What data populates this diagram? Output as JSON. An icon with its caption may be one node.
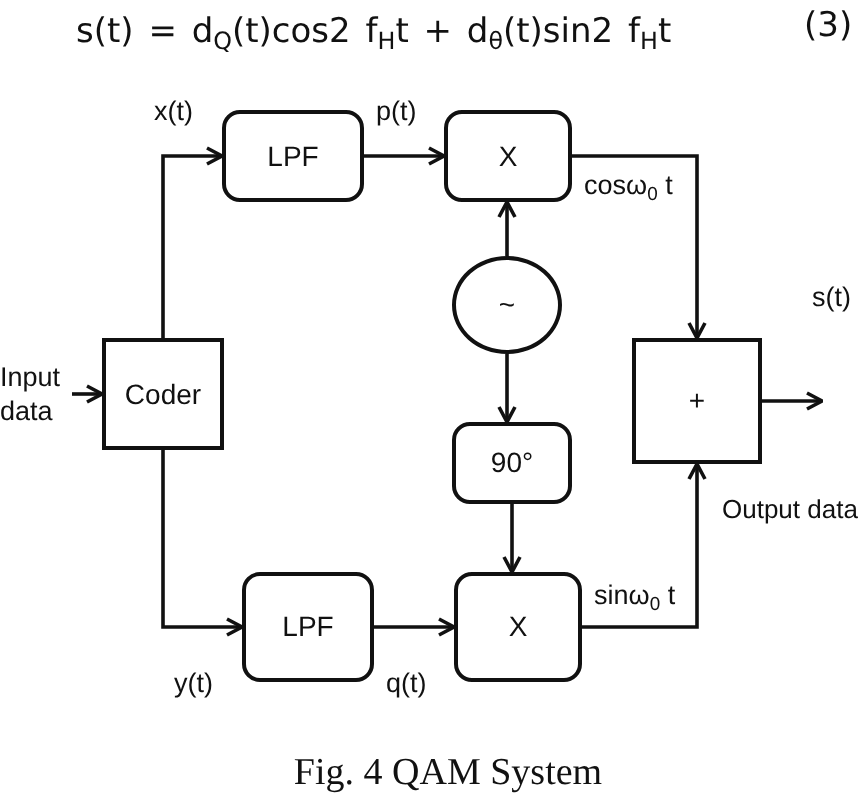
{
  "diagram": {
    "title": "s(t) = d$_{Q}$(t)cos2 f$_{H}$t + d$_{θ}$(t)sin2 f$_{H}$t",
    "caption": "Fig. 4 QAM System",
    "nodes": [
      {
        "text": [
          "Input data"
        ]
      },
      {
        "text": [
          "Coder"
        ]
      },
      {
        "text": [
          "LPF"
        ]
      },
      {
        "text": [
          "X"
        ]
      },
      {
        "text": [
          "~"
        ]
      },
      {
        "text": [
          "90°"
        ]
      },
      {
        "text": [
          "+"
        ]
      },
      {
        "text": [
          "LPF"
        ]
      },
      {
        "text": [
          "X"
        ]
      }
    ],
    "edges": [
      {
        "from": 0,
        "to": 1,
        "arrow": "to"
      },
      {
        "from": 1,
        "to": 2,
        "arrow": "to",
        "label": "x(t)"
      },
      {
        "from": 2,
        "to": 3,
        "arrow": "to",
        "label": "p(t)"
      },
      {
        "from": 3,
        "to": 6,
        "arrow": "to",
        "label": "cosω$_{0}$ t"
      },
      {
        "from": 4,
        "to": 3,
        "arrow": "to"
      },
      {
        "from": 4,
        "to": 5,
        "arrow": "to"
      },
      {
        "from": 5,
        "to": 8,
        "arrow": "to"
      },
      {
        "from": 1,
        "to": 7,
        "arrow": "to",
        "label": "y(t)"
      },
      {
        "from": 7,
        "to": 8,
        "arrow": "to",
        "label": "q(t)"
      },
      {
        "from": 8,
        "to": 6,
        "arrow": "to",
        "label": "sinω$_{0}$ t"
      },
      {
        "from": 6,
        "to": null,
        "arrow": "to",
        "label": "s(t)"
      }
    ],
    "labels": [
      "(3)",
      "Output data"
    ]
  }
}
